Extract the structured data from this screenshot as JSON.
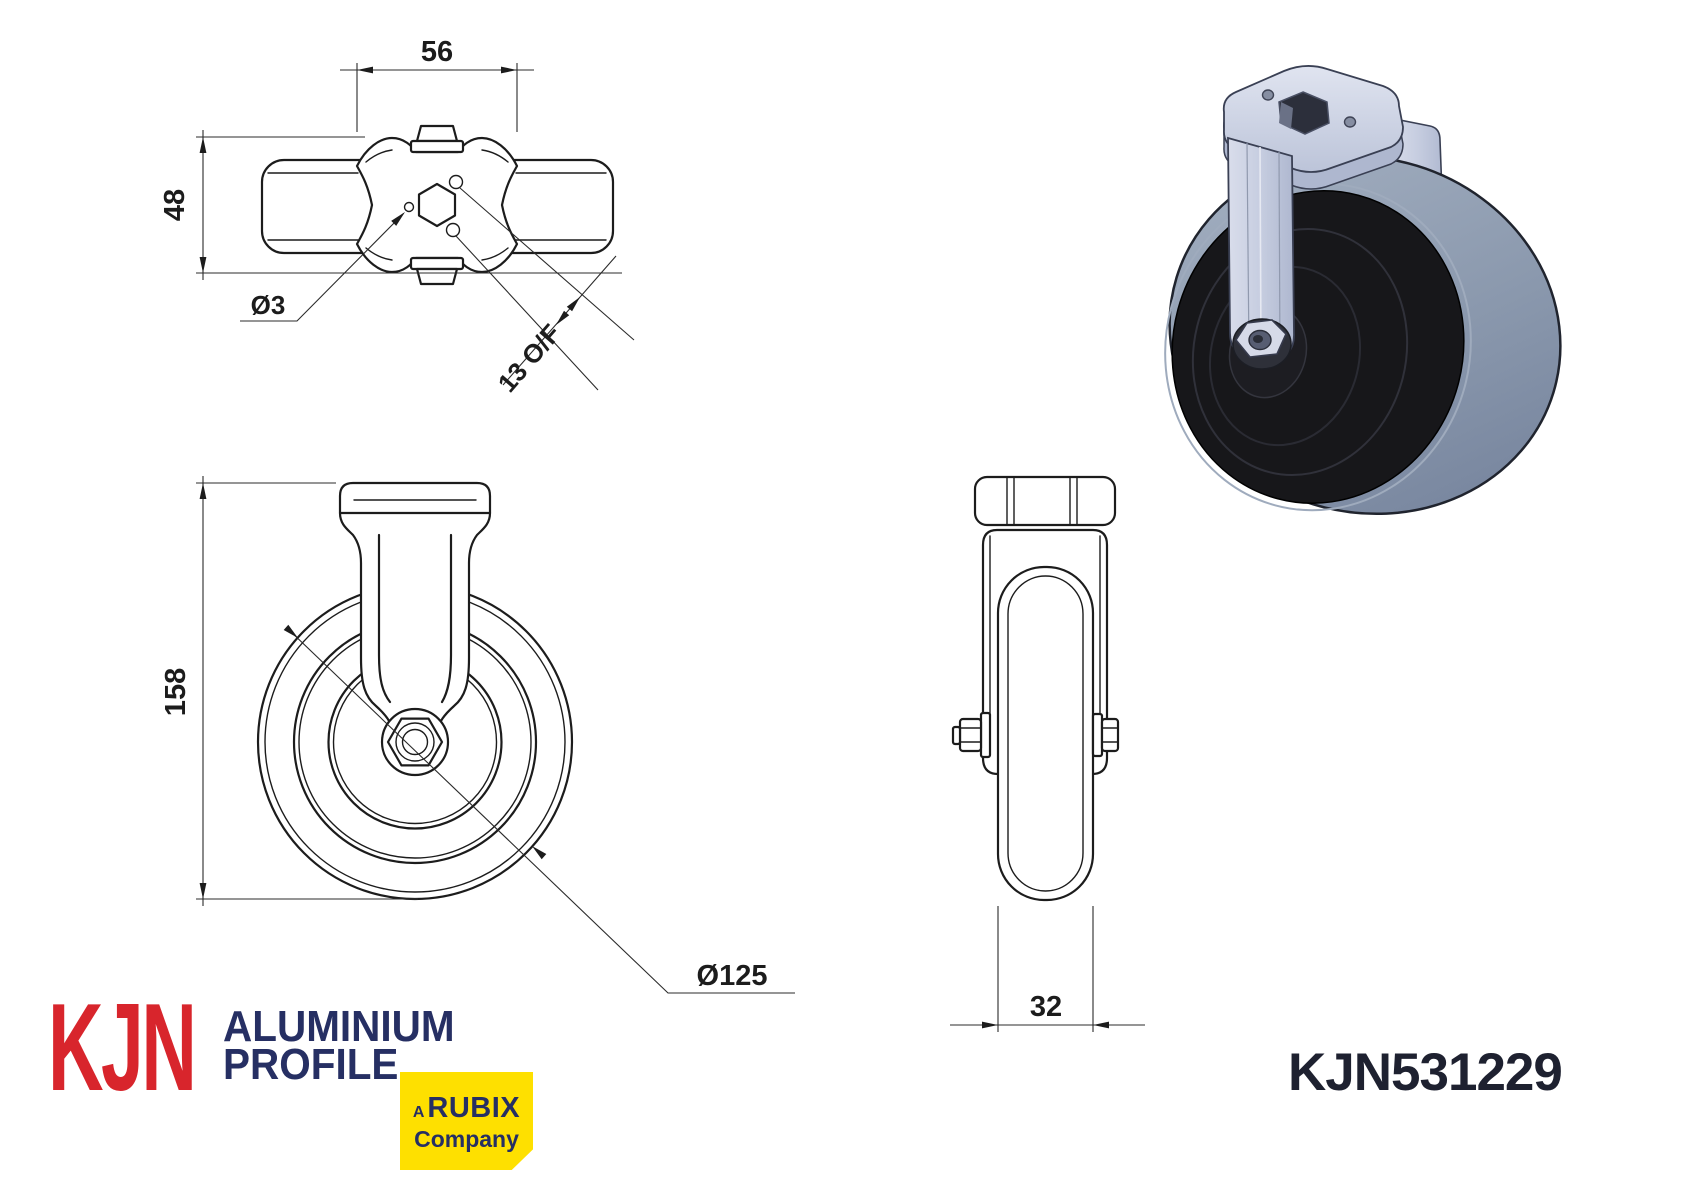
{
  "part_number": "KJN531229",
  "logo": {
    "brand": "KJN",
    "line1": "ALUMINIUM",
    "line2": "PROFILE",
    "badge_prefix": "A",
    "badge_brand": "RUBIX",
    "badge_suffix": "Company"
  },
  "drawing": {
    "top_view": {
      "width_dim": "56",
      "height_dim": "48",
      "hole_dim": "Ø3",
      "hex_dim": "13 O/F"
    },
    "front_view": {
      "height_dim": "158",
      "diameter_dim": "Ø125"
    },
    "side_view": {
      "width_dim": "32"
    }
  },
  "colors": {
    "brand_red": "#d8252c",
    "brand_navy": "#262f63",
    "badge_yellow": "#fee000",
    "line": "#1c1c1c",
    "render_body": "#ccd3e5",
    "render_tire": "#8d9ab0",
    "render_hub": "#17171a"
  }
}
